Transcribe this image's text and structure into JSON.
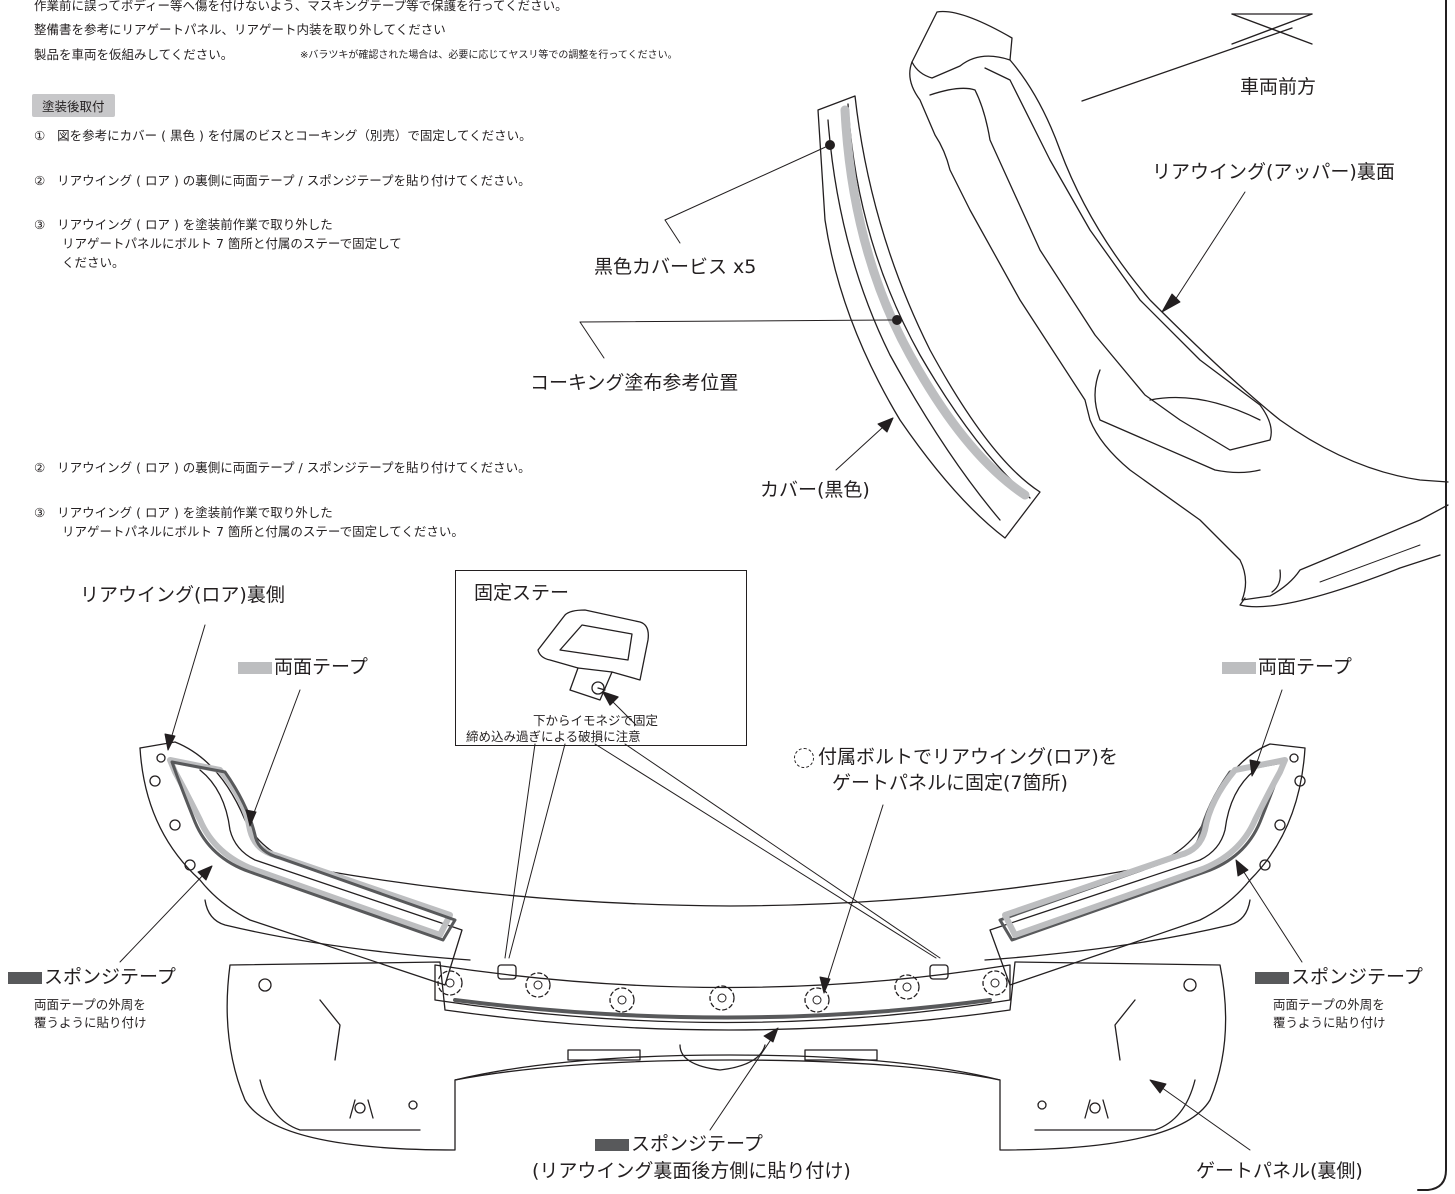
{
  "header_lines": [
    "作業前に誤ってボディー等へ傷を付けないよう、マスキングテープ等で保護を行ってください。",
    "整備書を参考にリアゲートパネル、リアゲート内装を取り外してください",
    "製品を車両を仮組みしてください。"
  ],
  "header_note": "※バラツキが確認された場合は、必要に応じてヤスリ等での調整を行ってください。",
  "section_title": "塗装後取付",
  "steps_top": [
    {
      "num": "①",
      "lines": [
        "図を参考にカバー ( 黒色 ) を付属のビスとコーキング（別売）で固定してください。"
      ]
    },
    {
      "num": "②",
      "lines": [
        "リアウイング ( ロア ) の裏側に両面テープ / スポンジテープを貼り付けてください。"
      ]
    },
    {
      "num": "③",
      "lines": [
        "リアウイング ( ロア ) を塗装前作業で取り外した",
        "リアゲートパネルにボルト 7 箇所と付属のステーで固定して",
        "ください。"
      ]
    }
  ],
  "steps_bottom": [
    {
      "num": "②",
      "lines": [
        "リアウイング ( ロア ) の裏側に両面テープ / スポンジテープを貼り付けてください。"
      ]
    },
    {
      "num": "③",
      "lines": [
        "リアウイング ( ロア ) を塗装前作業で取り外した",
        "リアゲートパネルにボルト 7 箇所と付属のステーで固定してください。"
      ]
    }
  ],
  "labels": {
    "vehicle_front": "車両前方",
    "upper_wing_back": "リアウイング(アッパー)裏面",
    "black_cover_screws": "黒色カバービス x5",
    "caulking_position": "コーキング塗布参考位置",
    "cover_black": "カバー(黒色)",
    "lower_wing_back": "リアウイング(ロア)裏側",
    "double_tape_left": "両面テープ",
    "double_tape_right": "両面テープ",
    "bracket_title": "固定ステー",
    "bracket_note_1": "下からイモネジで固定",
    "bracket_note_2": "締め込み過ぎによる破損に注意",
    "bolt_note_1": "付属ボルトでリアウイング(ロア)を",
    "bolt_note_2": "ゲートパネルに固定(7箇所)",
    "sponge_left": "スポンジテープ",
    "sponge_left_note_1": "両面テープの外周を",
    "sponge_left_note_2": "覆うように貼り付け",
    "sponge_right": "スポンジテープ",
    "sponge_right_note_1": "両面テープの外周を",
    "sponge_right_note_2": "覆うように貼り付け",
    "sponge_bottom": "スポンジテープ",
    "sponge_bottom_note": "(リアウイング裏面後方側に貼り付け)",
    "gate_panel_back": "ゲートパネル(裏側)"
  },
  "colors": {
    "ink": "#231f20",
    "double_tape": "#bdbec0",
    "sponge_tape": "#58595b",
    "badge": "#c7c7c9"
  }
}
